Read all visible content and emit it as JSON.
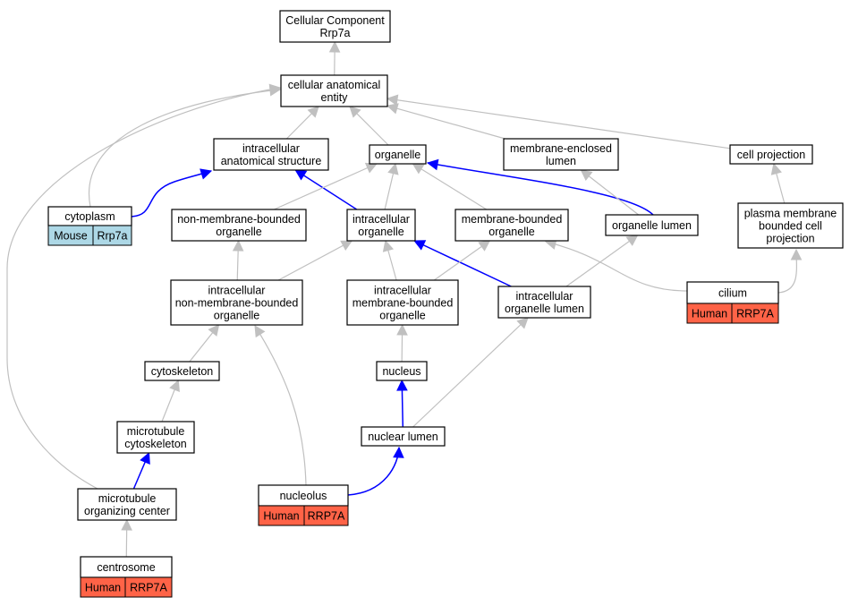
{
  "nodes": {
    "root": {
      "lines": [
        "Cellular Component",
        "Rrp7a"
      ]
    },
    "cae": {
      "lines": [
        "cellular anatomical",
        "entity"
      ]
    },
    "ias": {
      "lines": [
        "intracellular",
        "anatomical structure"
      ]
    },
    "organelle": {
      "lines": [
        "organelle"
      ]
    },
    "mel": {
      "lines": [
        "membrane-enclosed",
        "lumen"
      ]
    },
    "cellproj": {
      "lines": [
        "cell projection"
      ]
    },
    "cytoplasm": {
      "lines": [
        "cytoplasm"
      ],
      "cells": [
        "Mouse",
        "Rrp7a"
      ],
      "species": "mouse"
    },
    "nmbo": {
      "lines": [
        "non-membrane-bounded",
        "organelle"
      ]
    },
    "io": {
      "lines": [
        "intracellular",
        "organelle"
      ]
    },
    "mbo": {
      "lines": [
        "membrane-bounded",
        "organelle"
      ]
    },
    "ol": {
      "lines": [
        "organelle lumen"
      ]
    },
    "pmbcp": {
      "lines": [
        "plasma membrane",
        "bounded cell",
        "projection"
      ]
    },
    "inmbo": {
      "lines": [
        "intracellular",
        "non-membrane-bounded",
        "organelle"
      ]
    },
    "imbo": {
      "lines": [
        "intracellular",
        "membrane-bounded",
        "organelle"
      ]
    },
    "iol": {
      "lines": [
        "intracellular",
        "organelle lumen"
      ]
    },
    "cilium": {
      "lines": [
        "cilium"
      ],
      "cells": [
        "Human",
        "RRP7A"
      ],
      "species": "human"
    },
    "cytoskeleton": {
      "lines": [
        "cytoskeleton"
      ]
    },
    "nucleus": {
      "lines": [
        "nucleus"
      ]
    },
    "mtcs": {
      "lines": [
        "microtubule",
        "cytoskeleton"
      ]
    },
    "nuclumen": {
      "lines": [
        "nuclear lumen"
      ]
    },
    "mtoc": {
      "lines": [
        "microtubule",
        "organizing center"
      ]
    },
    "nucleolus": {
      "lines": [
        "nucleolus"
      ],
      "cells": [
        "Human",
        "RRP7A"
      ],
      "species": "human"
    },
    "centrosome": {
      "lines": [
        "centrosome"
      ],
      "cells": [
        "Human",
        "RRP7A"
      ],
      "species": "human"
    }
  },
  "edges": [
    {
      "from": "cae",
      "to": "root",
      "color": "gray"
    },
    {
      "from": "ias",
      "to": "cae",
      "color": "gray"
    },
    {
      "from": "organelle",
      "to": "cae",
      "color": "gray"
    },
    {
      "from": "mel",
      "to": "cae",
      "color": "gray"
    },
    {
      "from": "cellproj",
      "to": "cae",
      "color": "gray"
    },
    {
      "from": "cytoplasm",
      "to": "cae",
      "color": "gray"
    },
    {
      "from": "mtoc",
      "to": "cae",
      "color": "gray"
    },
    {
      "from": "cytoplasm",
      "to": "ias",
      "color": "blue"
    },
    {
      "from": "io",
      "to": "ias",
      "color": "blue"
    },
    {
      "from": "nmbo",
      "to": "organelle",
      "color": "gray"
    },
    {
      "from": "io",
      "to": "organelle",
      "color": "gray"
    },
    {
      "from": "mbo",
      "to": "organelle",
      "color": "gray"
    },
    {
      "from": "ol",
      "to": "organelle",
      "color": "blue"
    },
    {
      "from": "ol",
      "to": "mel",
      "color": "gray"
    },
    {
      "from": "pmbcp",
      "to": "cellproj",
      "color": "gray"
    },
    {
      "from": "inmbo",
      "to": "nmbo",
      "color": "gray"
    },
    {
      "from": "inmbo",
      "to": "io",
      "color": "gray"
    },
    {
      "from": "imbo",
      "to": "io",
      "color": "gray"
    },
    {
      "from": "iol",
      "to": "io",
      "color": "blue"
    },
    {
      "from": "imbo",
      "to": "mbo",
      "color": "gray"
    },
    {
      "from": "cilium",
      "to": "mbo",
      "color": "gray"
    },
    {
      "from": "iol",
      "to": "ol",
      "color": "gray"
    },
    {
      "from": "cilium",
      "to": "pmbcp",
      "color": "gray"
    },
    {
      "from": "cytoskeleton",
      "to": "inmbo",
      "color": "gray"
    },
    {
      "from": "nucleolus",
      "to": "inmbo",
      "color": "gray"
    },
    {
      "from": "nucleus",
      "to": "imbo",
      "color": "gray"
    },
    {
      "from": "nuclumen",
      "to": "iol",
      "color": "gray"
    },
    {
      "from": "mtcs",
      "to": "cytoskeleton",
      "color": "gray"
    },
    {
      "from": "nuclumen",
      "to": "nucleus",
      "color": "blue"
    },
    {
      "from": "mtoc",
      "to": "mtcs",
      "color": "blue"
    },
    {
      "from": "nucleolus",
      "to": "nuclumen",
      "color": "blue"
    },
    {
      "from": "centrosome",
      "to": "mtoc",
      "color": "gray"
    }
  ],
  "colors": {
    "gray_edge": "#c0c0c0",
    "blue_edge": "#0000ff",
    "mouse_cell": "#add8e6",
    "human_cell": "#ff6347"
  }
}
